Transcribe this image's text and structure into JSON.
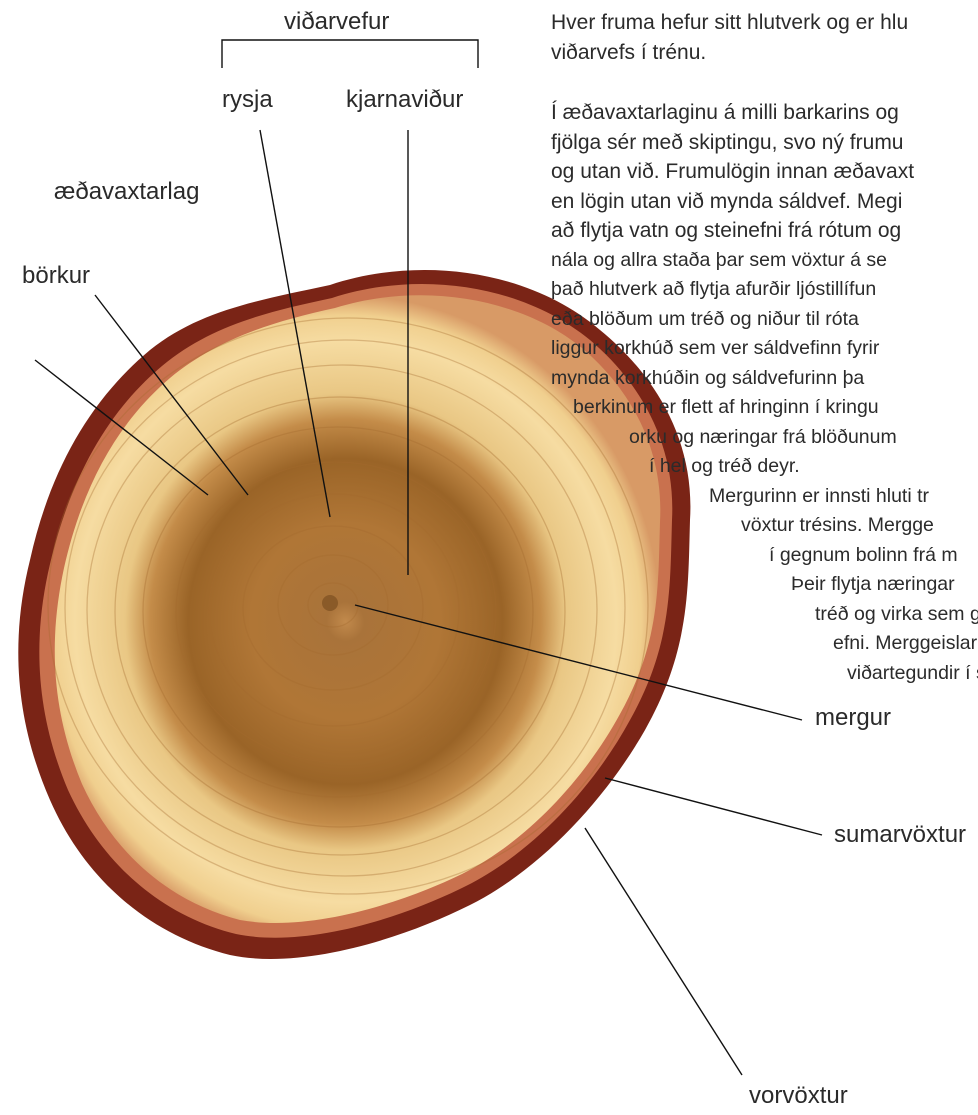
{
  "labels": {
    "vidarvefur": "viðarvefur",
    "rysja": "rysja",
    "kjarnavidur": "kjarnaviður",
    "aedavaxtarlag": "æðavaxtarlag",
    "borkur": "börkur",
    "mergur": "mergur",
    "sumarvoxtur": "sumarvöxtur",
    "vorvoxtur": "vorvöxtur"
  },
  "text": {
    "para1": [
      "Hver fruma hefur sitt hlutverk og er hlu",
      "viðarvefs í trénu."
    ],
    "para2": [
      "Í æðavaxtarlaginu á milli barkarins og",
      "fjölga sér með skiptingu, svo ný frumu",
      "og utan við. Frumulögin innan æðavaxt",
      "en lögin utan við mynda sáldvef. Megi",
      "að flytja vatn og steinefni frá rótum og",
      "nála og allra staða þar sem vöxtur á se",
      "það hlutverk að flytja afurðir ljóstillífun",
      "eða blöðum um tréð og niður til róta",
      "liggur korkhúð sem ver sáldvefinn fyrir",
      "mynda korkhúðin og sáldvefurinn þa",
      "berkinum er flett af hringinn í kringu",
      "orku og næringar frá blöðunum",
      "í hel og tréð deyr.",
      "Mergurinn er innsti hluti tr",
      "vöxtur trésins. Mergge",
      "í gegnum bolinn frá m",
      "Þeir flytja næringar",
      "tréð og virka sem g",
      "efni. Merggeislarni",
      "viðartegundir í su"
    ]
  },
  "colors": {
    "bark": "#7a2416",
    "cambium": "#c2664a",
    "sapwood": "#f0cf8e",
    "heartwood": "#b47a38",
    "pith": "#9a6a32",
    "line": "#111111"
  }
}
